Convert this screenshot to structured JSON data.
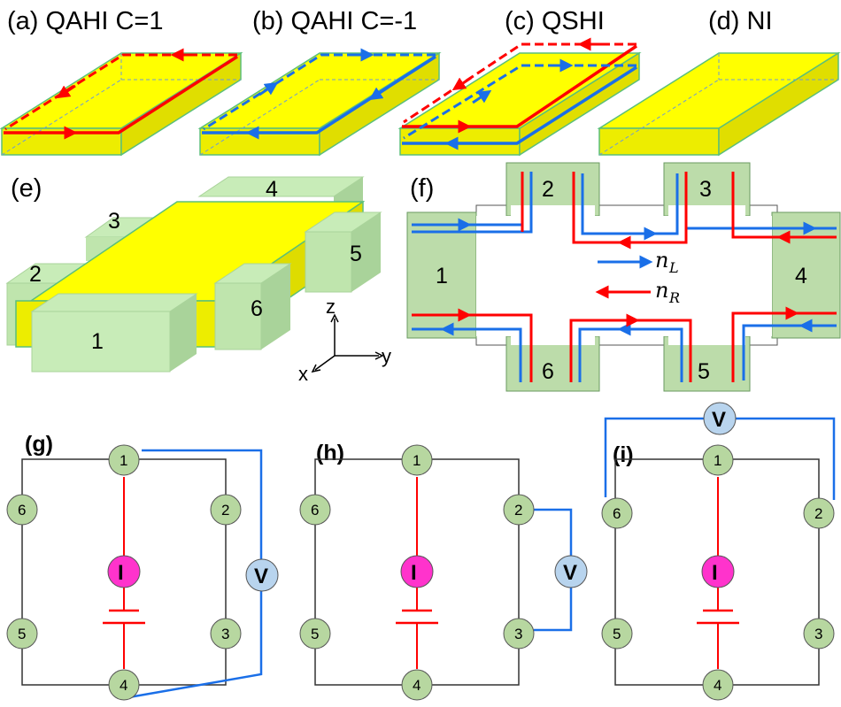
{
  "colors": {
    "slab": "#ffff00",
    "slab_side": "#e8e600",
    "slab_edge": "#5bbf7a",
    "edge_red": "#ff0000",
    "edge_blue": "#1a6fe8",
    "contact": "#c8ecb8",
    "contact_side": "#a9d39a",
    "node_fill": "#b7d7a0",
    "current_source": "#ff33cc",
    "voltmeter": "#b8d4ee"
  },
  "panels": {
    "a": {
      "label": "(a) QAHI C=1"
    },
    "b": {
      "label": "(b) QAHI C=-1"
    },
    "c": {
      "label": "(c) QSHI"
    },
    "d": {
      "label": "(d) NI"
    },
    "e": {
      "label": "(e)",
      "contacts": [
        "1",
        "2",
        "3",
        "4",
        "5",
        "6"
      ],
      "axes": {
        "z": "z",
        "x": "x",
        "y": "y"
      }
    },
    "f": {
      "label": "(f)",
      "terminals": [
        "1",
        "2",
        "3",
        "4",
        "5",
        "6"
      ],
      "legend": [
        {
          "symbol": "n",
          "sub": "L",
          "color": "blue"
        },
        {
          "symbol": "n",
          "sub": "R",
          "color": "red"
        }
      ]
    },
    "g": {
      "label": "(g)",
      "nodes": [
        "1",
        "2",
        "3",
        "4",
        "5",
        "6"
      ],
      "current": "I",
      "voltage": "V"
    },
    "h": {
      "label": "(h)",
      "nodes": [
        "1",
        "2",
        "3",
        "4",
        "5",
        "6"
      ],
      "current": "I",
      "voltage": "V"
    },
    "i": {
      "label": "(i)",
      "nodes": [
        "1",
        "2",
        "3",
        "4",
        "5",
        "6"
      ],
      "current": "I",
      "voltage": "V"
    }
  }
}
